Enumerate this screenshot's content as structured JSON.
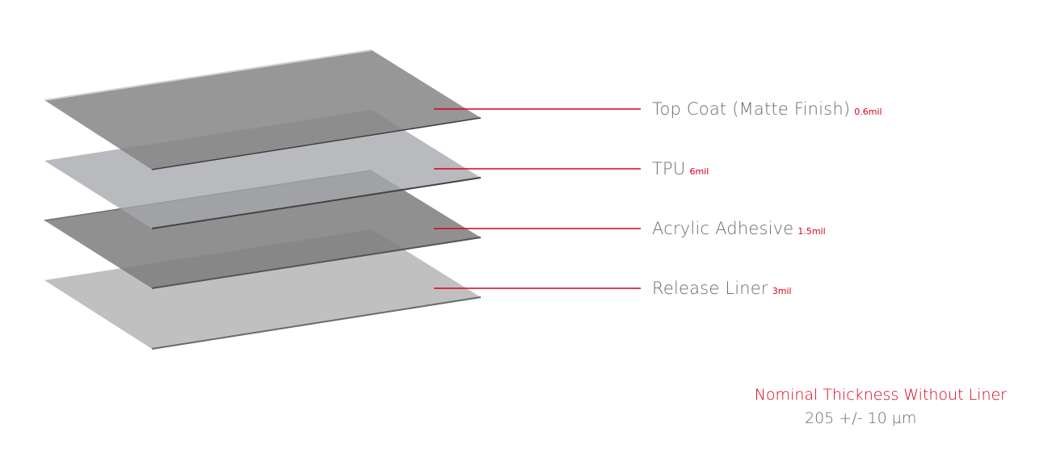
{
  "layers": [
    {
      "name": "Top Coat (Matte Finish)",
      "thickness": "0.6mil",
      "fill": "#8f8f8f",
      "edge": "#c9c9c9"
    },
    {
      "name": "TPU",
      "thickness": "6mil",
      "fill": "#aeb0b4",
      "edge": "#4a4a4a"
    },
    {
      "name": "Acrylic Adhesive",
      "thickness": "1.5mil",
      "fill": "#8d8d8d",
      "edge": "#5a5a5a"
    },
    {
      "name": "Release Liner",
      "thickness": "3mil",
      "fill": "#bdbdbd",
      "edge": "#6a6a6a"
    }
  ],
  "footer": {
    "title": "Nominal Thickness Without Liner",
    "value": "205 +/- 10  µm"
  },
  "colors": {
    "accent": "#d9001b",
    "text": "#6b6b6b"
  }
}
